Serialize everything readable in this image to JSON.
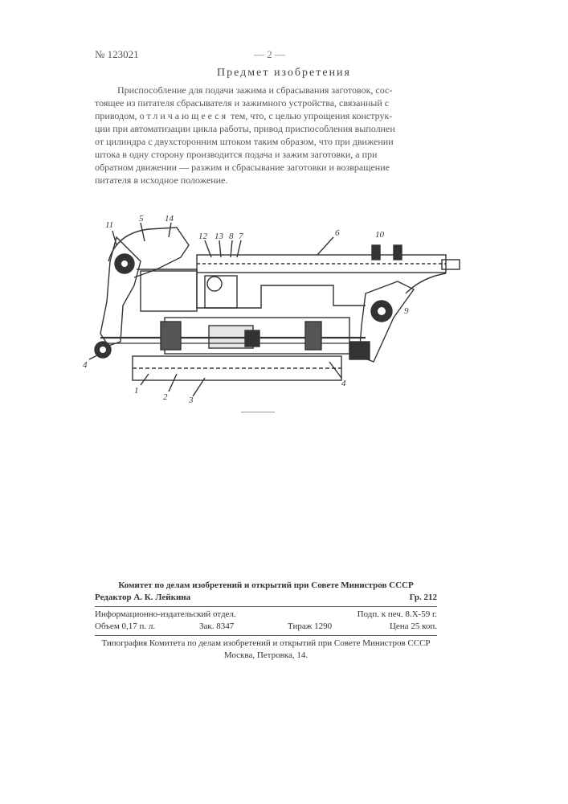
{
  "header": {
    "patent_number": "№ 123021",
    "page": "— 2 —"
  },
  "title": "Предмет изобретения",
  "claim": {
    "line1": "Приспособление для подачи зажима и сбрасывания заготовок, сос-",
    "line2": "тоящее из питателя сбрасывателя и зажимного устройства, связанный с",
    "line3a": "приводом,",
    "line3b": "отличающееся",
    "line3c": "тем, что, с целью упрощения конструк-",
    "line4": "ции при автоматизации цикла работы, привод приспособления выполнен",
    "line5": "от цилиндра с двухсторонним штоком таким образом, что при движении",
    "line6": "штока в одну сторону производится подача и зажим заготовки, а при",
    "line7": "обратном движении — разжим и сбрасывание заготовки и возвращение",
    "line8": "питателя в исходное положение."
  },
  "drawing_labels": {
    "l11": "11",
    "l5": "5",
    "l14": "14",
    "l12": "12",
    "l13": "13",
    "l8": "8",
    "l7": "7",
    "l6": "6",
    "l10": "10",
    "l9": "9",
    "l4a": "4",
    "l1": "1",
    "l2": "2",
    "l3": "3",
    "l4b": "4"
  },
  "imprint": {
    "committee": "Комитет по делам изобретений и открытий при Совете Министров СССР",
    "editor": "Редактор А. К. Лейкина",
    "group": "Гр. 212",
    "dept": "Информационно-издательский отдел.",
    "signed": "Подп. к печ. 8.X-59 г.",
    "volume": "Объем 0,17 п. л.",
    "order": "Зак. 8347",
    "run": "Тираж 1290",
    "price": "Цена 25 коп.",
    "printer": "Типография Комитета по делам изобретений и открытий при Совете Министров СССР",
    "address": "Москва, Петровка, 14."
  }
}
